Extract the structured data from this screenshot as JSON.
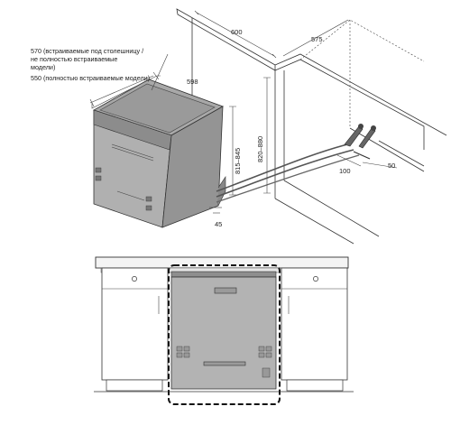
{
  "install_view": {
    "dims": {
      "width_600": "600",
      "depth_575": "575",
      "width_598": "598",
      "height_820_880": "820–880",
      "height_815_845": "815–845",
      "gap_45": "45",
      "offset_100": "100",
      "offset_50": "50"
    },
    "notes": {
      "note_570_line1": "570 (встраиваемые под столешницу /",
      "note_570_line2": "не полностью встраиваемые",
      "note_570_line3": "модели)",
      "note_550": "550 (полностью встраиваемые модели)"
    }
  },
  "front_view": {
    "highlight_style": "dashed"
  },
  "colors": {
    "dishwasher_fill": "#b3b3b3",
    "dishwasher_dark": "#8e8e8e",
    "line": "#333333",
    "cabinet_fill": "#ffffff"
  }
}
